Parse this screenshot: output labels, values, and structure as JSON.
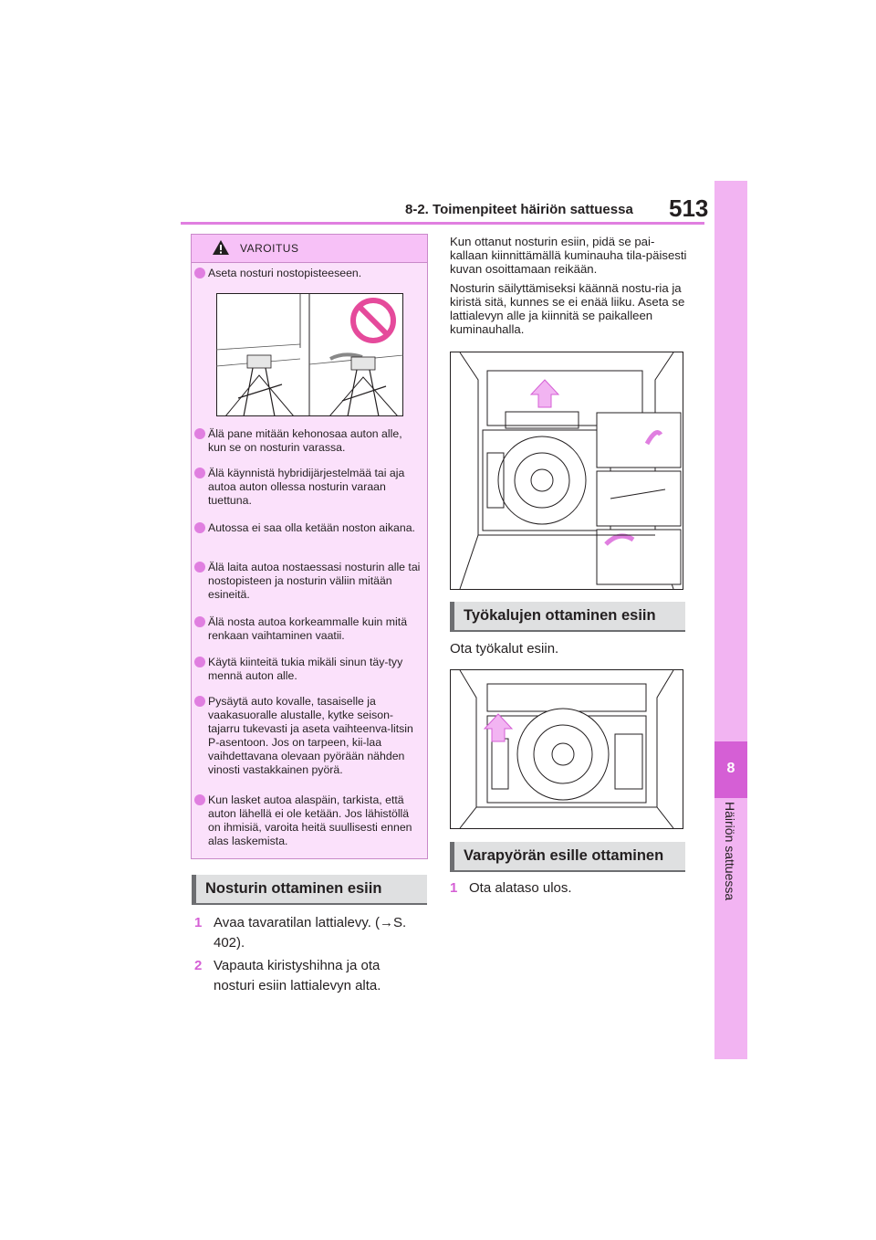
{
  "header": {
    "page_number": "513",
    "section_title": "8-2. Toimenpiteet häiriön sattuessa"
  },
  "side_tab": {
    "chapter_number": "8",
    "chapter_title": "Häiriön sattuessa"
  },
  "warning": {
    "title": "VAROITUS",
    "items": [
      "Aseta nosturi nostopisteeseen.",
      "Älä pane mitään kehonosaa auton alle, kun se on nosturin varassa.",
      "Älä käynnistä hybridijärjestelmää tai aja autoa auton ollessa nosturin varaan tuettuna.",
      "Autossa ei saa olla ketään noston aikana.",
      "Älä laita autoa nostaessasi nosturin alle tai nostopisteen ja nosturin väliin mitään esineitä.",
      "Älä nosta autoa korkeammalle kuin mitä renkaan vaihtaminen vaatii.",
      "Käytä kiinteitä tukia mikäli sinun täy-tyy mennä auton alle.",
      "Pysäytä auto kovalle, tasaiselle ja vaakasuoralle alustalle, kytke seison-tajarru tukevasti ja aseta vaihteenva-litsin P-asentoon. Jos on tarpeen, kii-laa vaihdettavana olevaan pyörään nähden vinosti vastakkainen pyörä.",
      "Kun lasket autoa alaspäin, tarkista, että auton lähellä ei ole ketään. Jos lähistöllä on ihmisiä, varoita heitä suullisesti ennen alas laskemista."
    ]
  },
  "section_jack": {
    "heading": "Nosturin ottaminen esiin",
    "steps": [
      {
        "num": "1",
        "text": "Avaa tavaratilan lattialevy. (→S. 402)."
      },
      {
        "num": "2",
        "text": "Vapauta kiristyshihna ja ota nosturi esiin lattialevyn alta."
      }
    ]
  },
  "right_column": {
    "para1": "Kun ottanut nosturin esiin, pidä se pai-kallaan kiinnittämällä kuminauha tila-päisesti kuvan osoittamaan reikään.",
    "para2": "Nosturin säilyttämiseksi käännä nostu-ria ja kiristä sitä, kunnes se ei enää liiku. Aseta se lattialevyn alle ja kiinnitä se paikalleen kuminauhalla."
  },
  "section_tools": {
    "heading": "Työkalujen ottaminen esiin",
    "text": "Ota työkalut esiin."
  },
  "section_spare": {
    "heading": "Varapyörän esille ottaminen",
    "steps": [
      {
        "num": "1",
        "text": "Ota alataso ulos."
      }
    ]
  },
  "colors": {
    "accent_pink": "#e07fe0",
    "tab_pink": "#f2b4f2",
    "warning_bg": "#fbe1fb",
    "heading_grey": "#dfe0e1"
  }
}
